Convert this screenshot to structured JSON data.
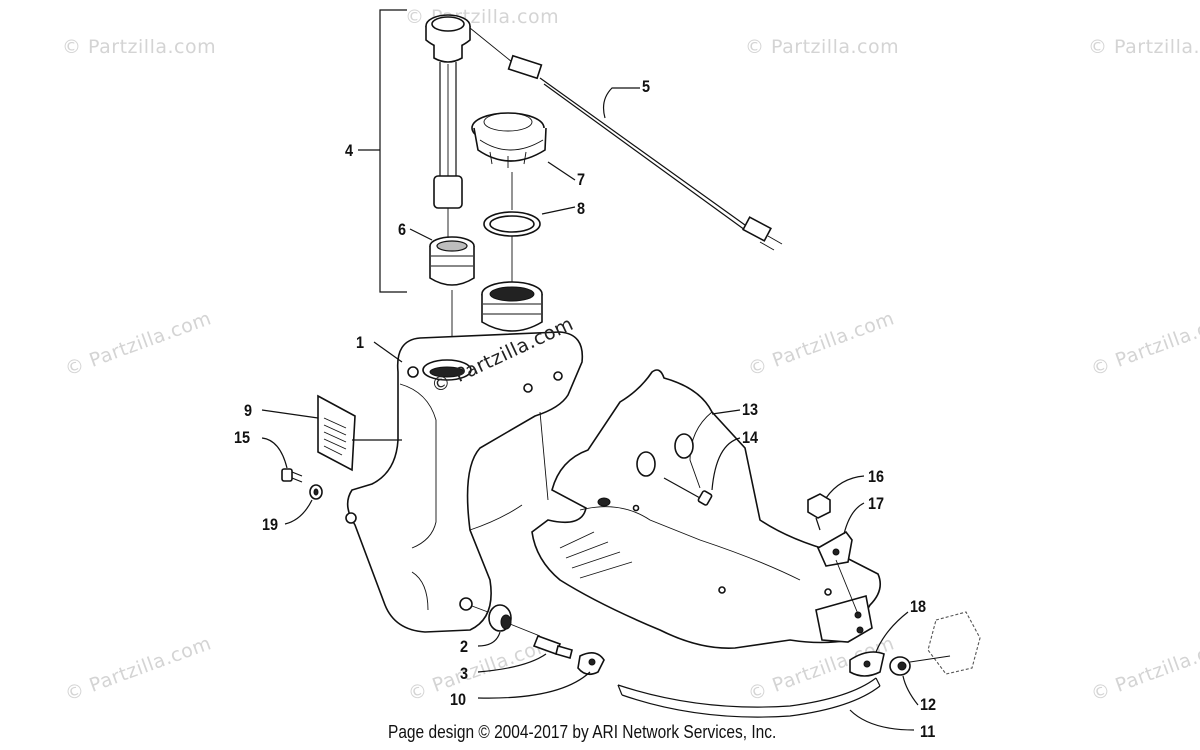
{
  "watermark_text": "© Partzilla.com",
  "tank_watermark": "© Partzilla.com",
  "footer": "Page design © 2004-2017 by ARI Network Services, Inc.",
  "callouts": {
    "c1": "1",
    "c2": "2",
    "c3": "3",
    "c4": "4",
    "c5": "5",
    "c6": "6",
    "c7": "7",
    "c8": "8",
    "c9": "9",
    "c10": "10",
    "c11": "11",
    "c12": "12",
    "c13": "13",
    "c14": "14",
    "c15": "15",
    "c16": "16",
    "c17": "17",
    "c18": "18",
    "c19": "19"
  }
}
